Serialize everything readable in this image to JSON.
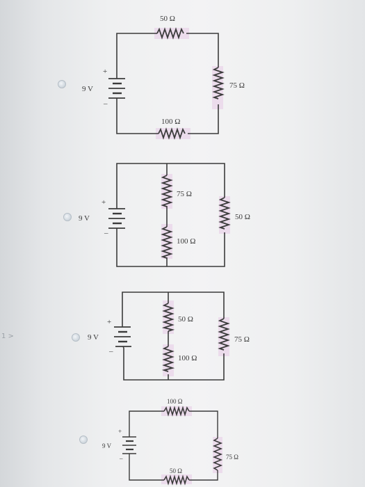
{
  "question": {
    "options": [
      {
        "id": "a",
        "battery": "9 V",
        "plus": "+",
        "minus": "–",
        "resistors": {
          "top": "50 Ω",
          "right": "75 Ω",
          "bottom": "100 Ω"
        }
      },
      {
        "id": "b",
        "battery": "9 V",
        "plus": "+",
        "minus": "–",
        "resistors": {
          "upper": "75 Ω",
          "lower": "100 Ω",
          "right": "50 Ω"
        }
      },
      {
        "id": "c",
        "battery": "9 V",
        "plus": "+",
        "minus": "–",
        "resistors": {
          "upper": "50 Ω",
          "lower": "100 Ω",
          "right": "75 Ω"
        }
      },
      {
        "id": "d",
        "battery": "9 V",
        "plus": "+",
        "minus": "–",
        "resistors": {
          "top": "100 Ω",
          "right": "75 Ω",
          "bottom": "50 Ω"
        }
      }
    ]
  },
  "colors": {
    "wire": "#3b3b3b",
    "resistor": "#3a3a3a",
    "highlight": "#e6cfe6"
  }
}
